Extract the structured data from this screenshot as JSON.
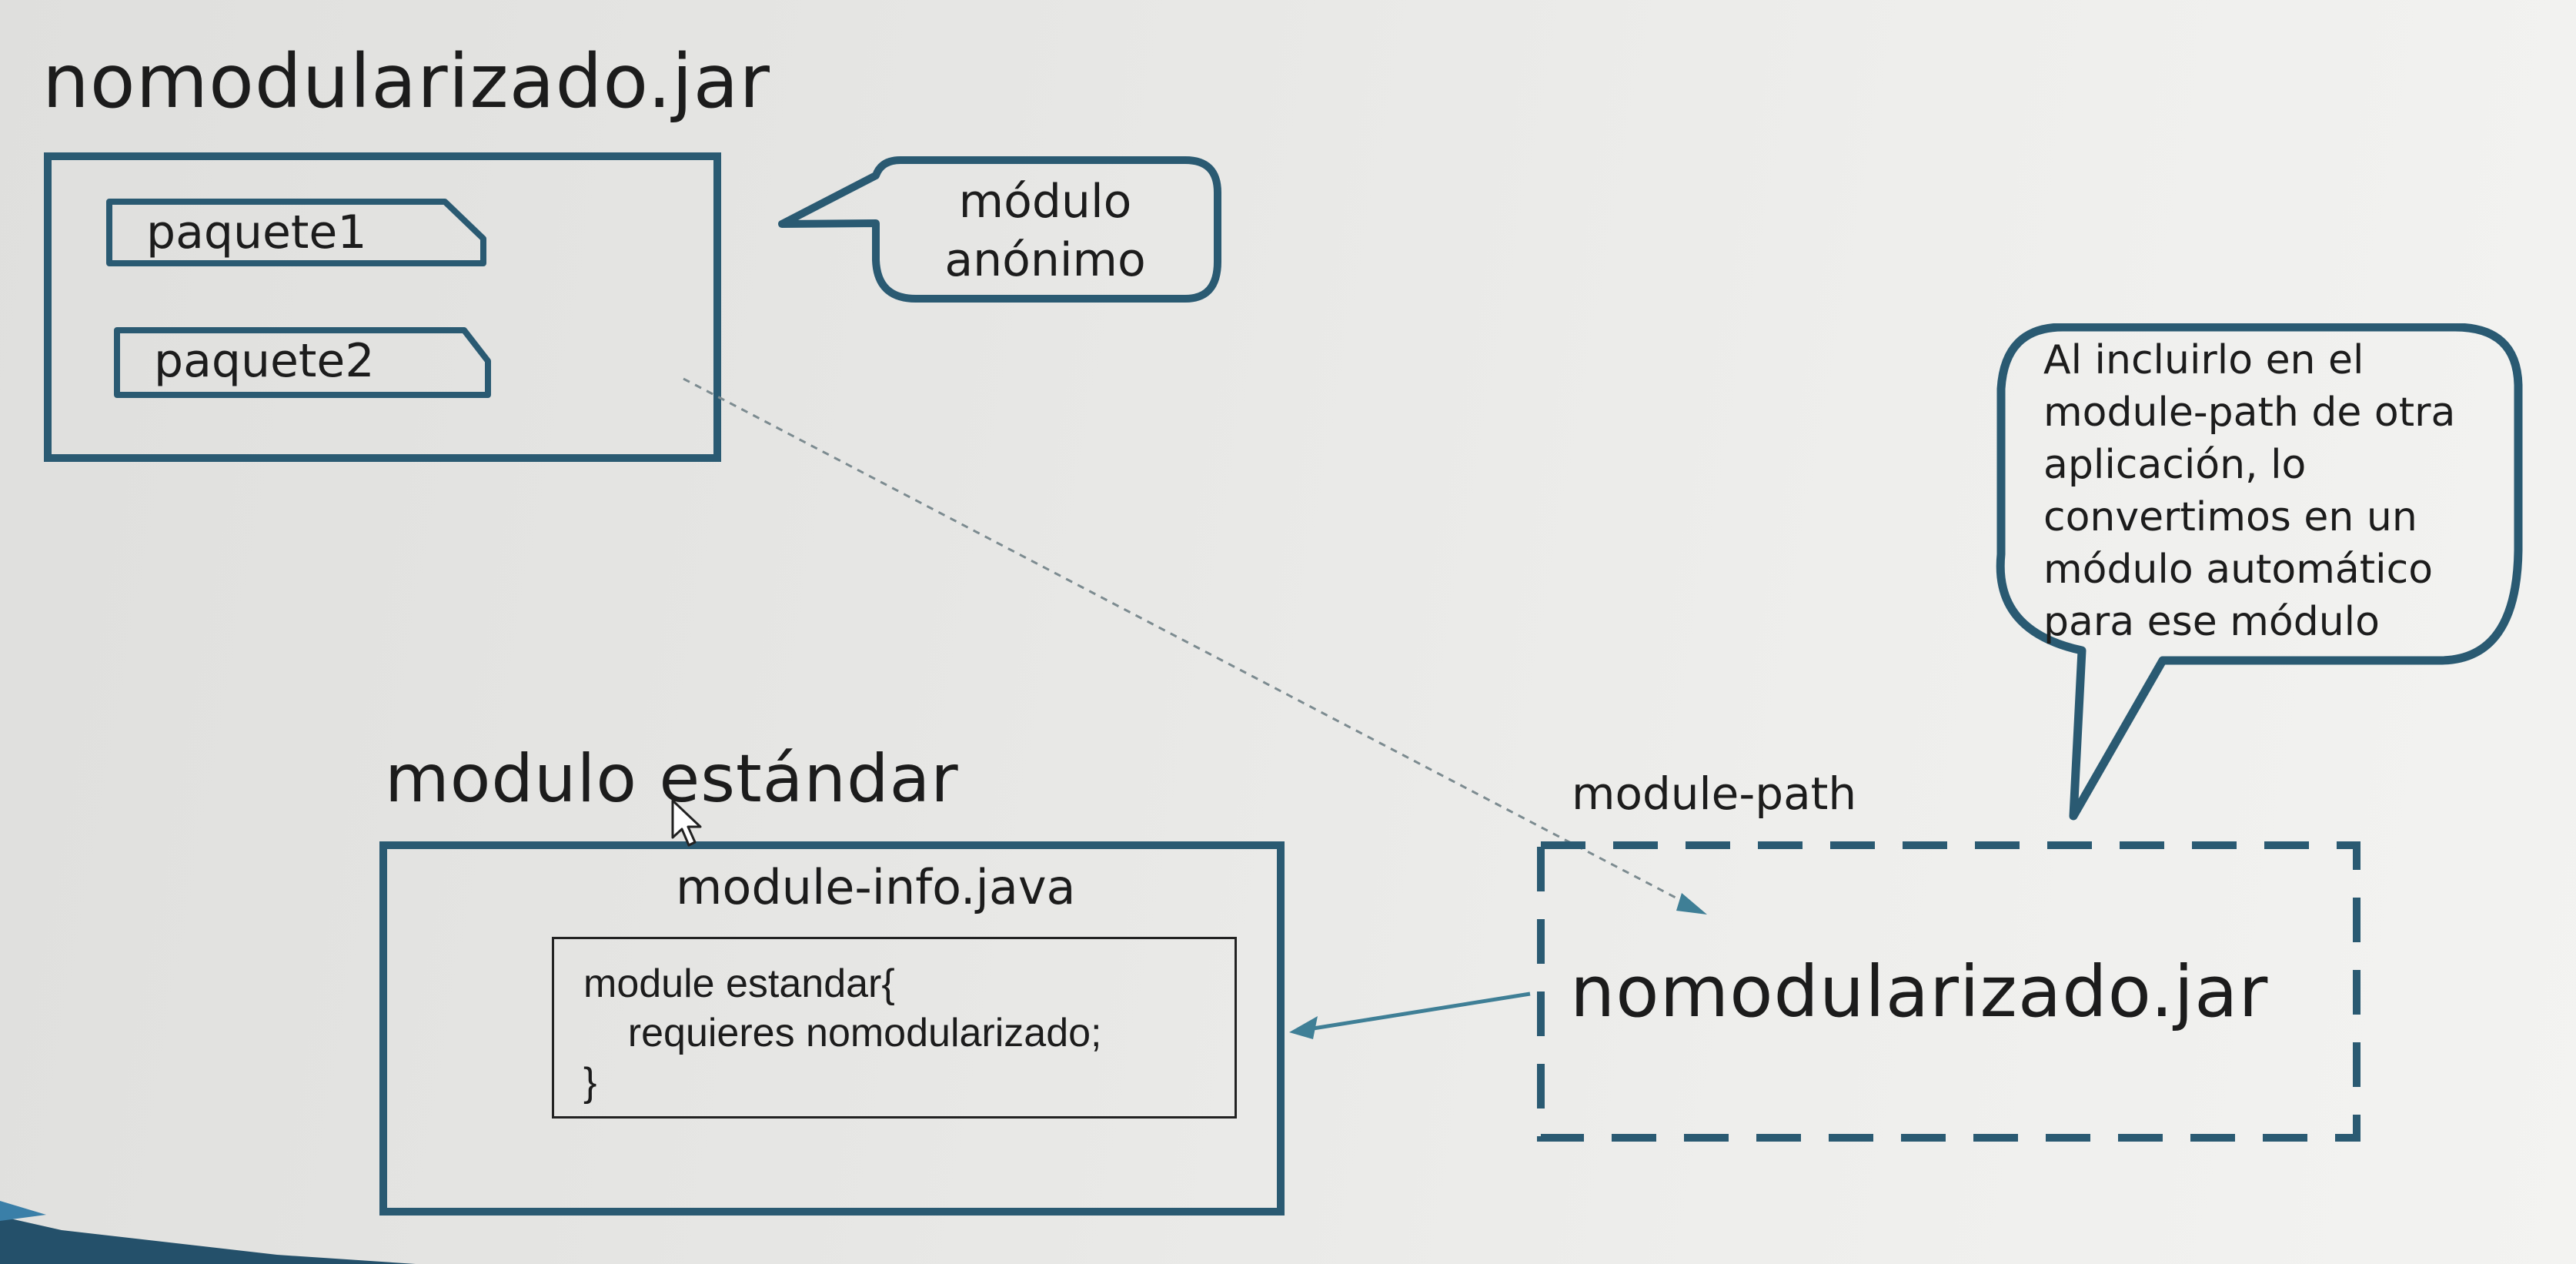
{
  "top_jar": {
    "title": "nomodularizado.jar",
    "packages": [
      "paquete1",
      "paquete2"
    ]
  },
  "anon_bubble": {
    "line1": "módulo",
    "line2": "anónimo"
  },
  "auto_bubble": {
    "lines": [
      "Al incluirlo en el",
      "module-path de otra",
      "aplicación, lo",
      "convertimos en un",
      "módulo automático",
      "para ese módulo"
    ]
  },
  "standard_module": {
    "title": "modulo estándar",
    "file_label": "module-info.java",
    "code_lines": [
      "module estandar{",
      "    requieres nomodularizado;",
      "}"
    ]
  },
  "module_path": {
    "label": "module-path",
    "jar": "nomodularizado.jar"
  },
  "colors": {
    "frame": "#2a5a72",
    "arrow": "#3f7f96",
    "dotted": "#7c8b90",
    "text": "#1c1c1c"
  }
}
